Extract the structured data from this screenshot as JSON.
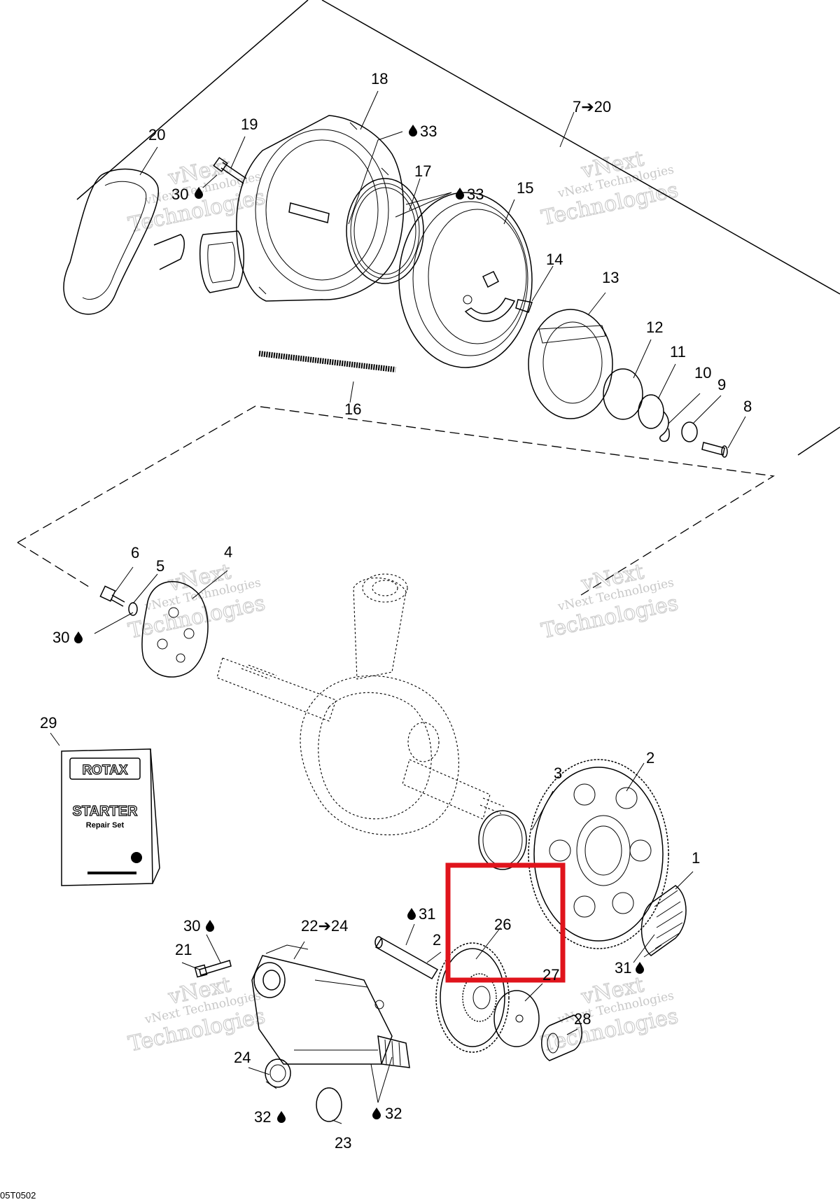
{
  "diagram": {
    "figure_code": "05T0502",
    "watermark": {
      "line1": "vNext",
      "line2": "Technologies",
      "brand": "vNext Technologies"
    },
    "booklet": {
      "brand": "ROTAX",
      "title": "STARTER",
      "subtitle": "Repair Set"
    },
    "labels": {
      "p1": "1",
      "p2": "2",
      "p3": "3",
      "p4": "4",
      "p5": "5",
      "p6": "6",
      "p8": "8",
      "p9": "9",
      "p10": "10",
      "p11": "11",
      "p12": "12",
      "p13": "13",
      "p14": "14",
      "p15": "15",
      "p16": "16",
      "p17": "17",
      "p18": "18",
      "p19": "19",
      "p20": "20",
      "p7_20": "7➔20",
      "p21": "21",
      "p22_24": "22➔24",
      "p23": "23",
      "p24": "24",
      "p25": "2",
      "p26": "26",
      "p27": "27",
      "p28": "28",
      "p29": "29",
      "p30a": "30",
      "p30b": "30",
      "p30c": "30",
      "p31a": "31",
      "p31b": "31",
      "p32a": "32",
      "p32b": "32",
      "p33a": "33",
      "p33b": "33"
    },
    "highlight_color": "#e0141c"
  }
}
